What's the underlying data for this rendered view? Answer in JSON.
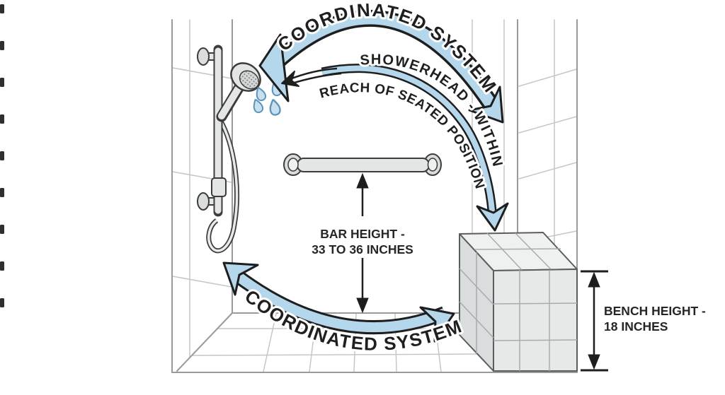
{
  "diagram": {
    "arrows": {
      "top": {
        "label": "COORDINATED SYSTEM"
      },
      "bottom": {
        "label": "COORDINATED SYSTEM"
      },
      "showerhead_reach": {
        "label_line1": "SHOWERHEAD - WITHIN",
        "label_line2": "REACH OF SEATED POSITION"
      }
    },
    "measurements": {
      "bar_height": {
        "label_line1": "BAR HEIGHT -",
        "label_line2": "33 TO 36 INCHES"
      },
      "bench_height": {
        "label_line1": "BENCH HEIGHT -",
        "label_line2": "18 INCHES"
      }
    },
    "colors": {
      "arrow_fill": "#b5d7eb",
      "arrow_outline": "#1e1e1e",
      "label_text": "#262626",
      "wall_line": "#9a9a9a",
      "tile_line": "#c6c6c6",
      "bench_fill": "#e7e9e9",
      "fixture_fill": "#e4e6e6",
      "water_drop_fill": "#c6e0f2",
      "water_drop_outline": "#5c93b8"
    },
    "illustration_icons": [
      "handheld-showerhead-icon",
      "slide-bar-icon",
      "water-drops-icon",
      "grab-bar-icon",
      "tiled-bench-icon",
      "curved-arrow-icon",
      "double-headed-measure-arrow-icon"
    ]
  }
}
